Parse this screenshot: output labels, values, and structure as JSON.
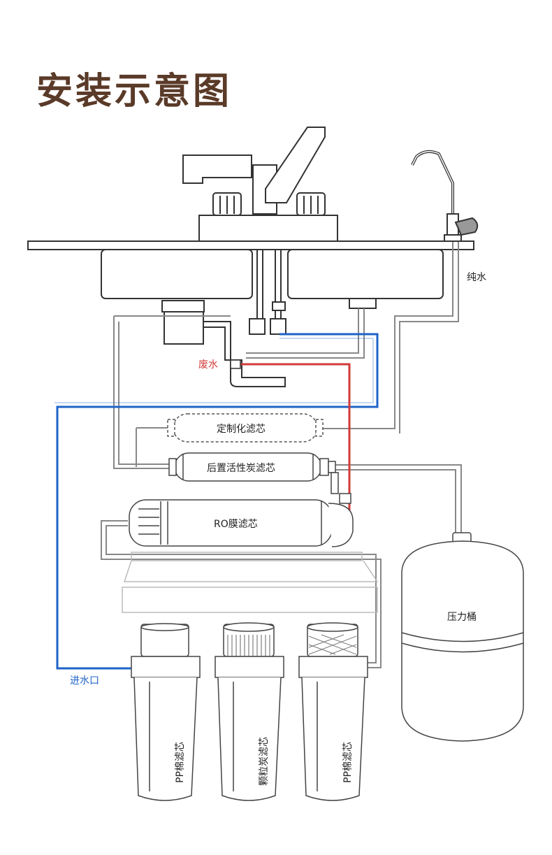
{
  "title": "安装示意图",
  "labels": {
    "pure_water": "纯水",
    "waste_water": "废水",
    "custom_filter": "定制化滤芯",
    "post_carbon": "后置活性炭滤芯",
    "ro_membrane": "RO膜滤芯",
    "pressure_tank": "压力桶",
    "water_inlet": "进水口",
    "pp_cotton_1": "PP棉滤芯",
    "granular_carbon": "颗粒炭滤芯",
    "pp_cotton_2": "PP棉滤芯"
  },
  "colors": {
    "title": "#5a3a28",
    "inlet_pipe": "#1f63c9",
    "waste_pipe": "#d23a3a",
    "outline": "#333333",
    "light_outline": "#9a9a9a"
  }
}
